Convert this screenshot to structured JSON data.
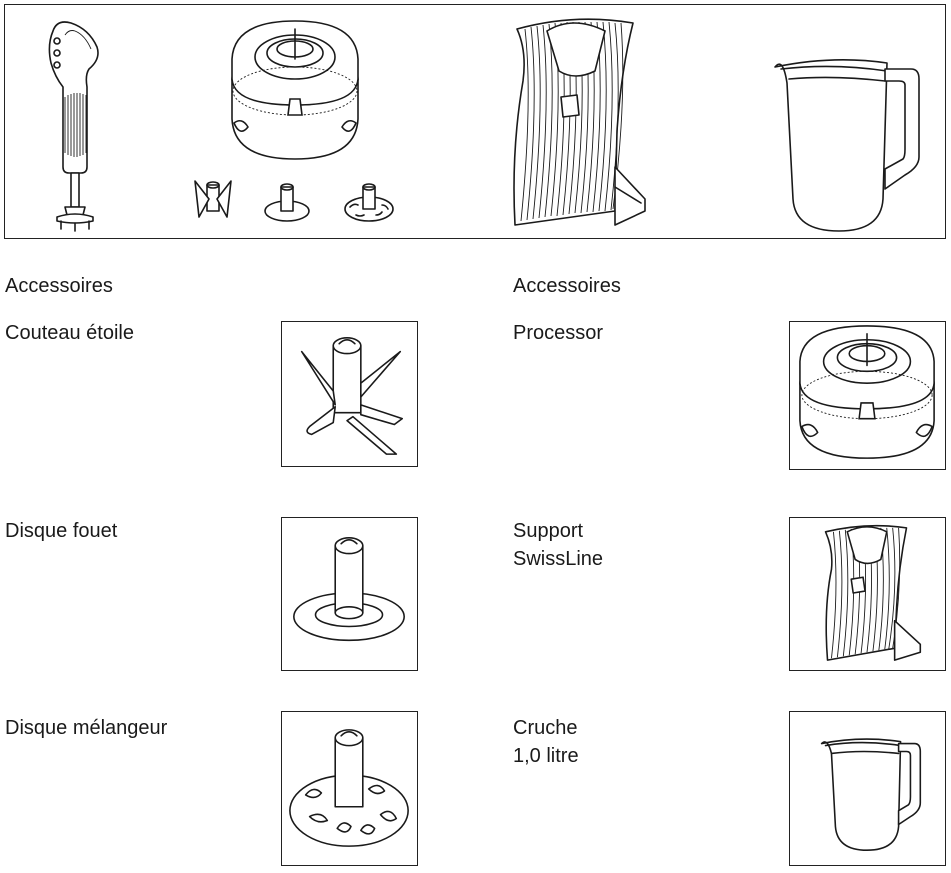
{
  "left_column": {
    "heading": "Accessoires",
    "items": [
      {
        "label": "Couteau étoile",
        "icon": "star-blade-icon"
      },
      {
        "label": "Disque fouet",
        "icon": "whisk-disc-icon"
      },
      {
        "label": "Disque mélangeur",
        "icon": "mixing-disc-icon"
      }
    ]
  },
  "right_column": {
    "heading": "Accessoires",
    "items": [
      {
        "label": "Processor",
        "icon": "processor-icon"
      },
      {
        "label": "Support\nSwissLine",
        "icon": "swissline-stand-icon"
      },
      {
        "label": "Cruche\n1,0 litre",
        "icon": "jug-icon"
      }
    ]
  }
}
